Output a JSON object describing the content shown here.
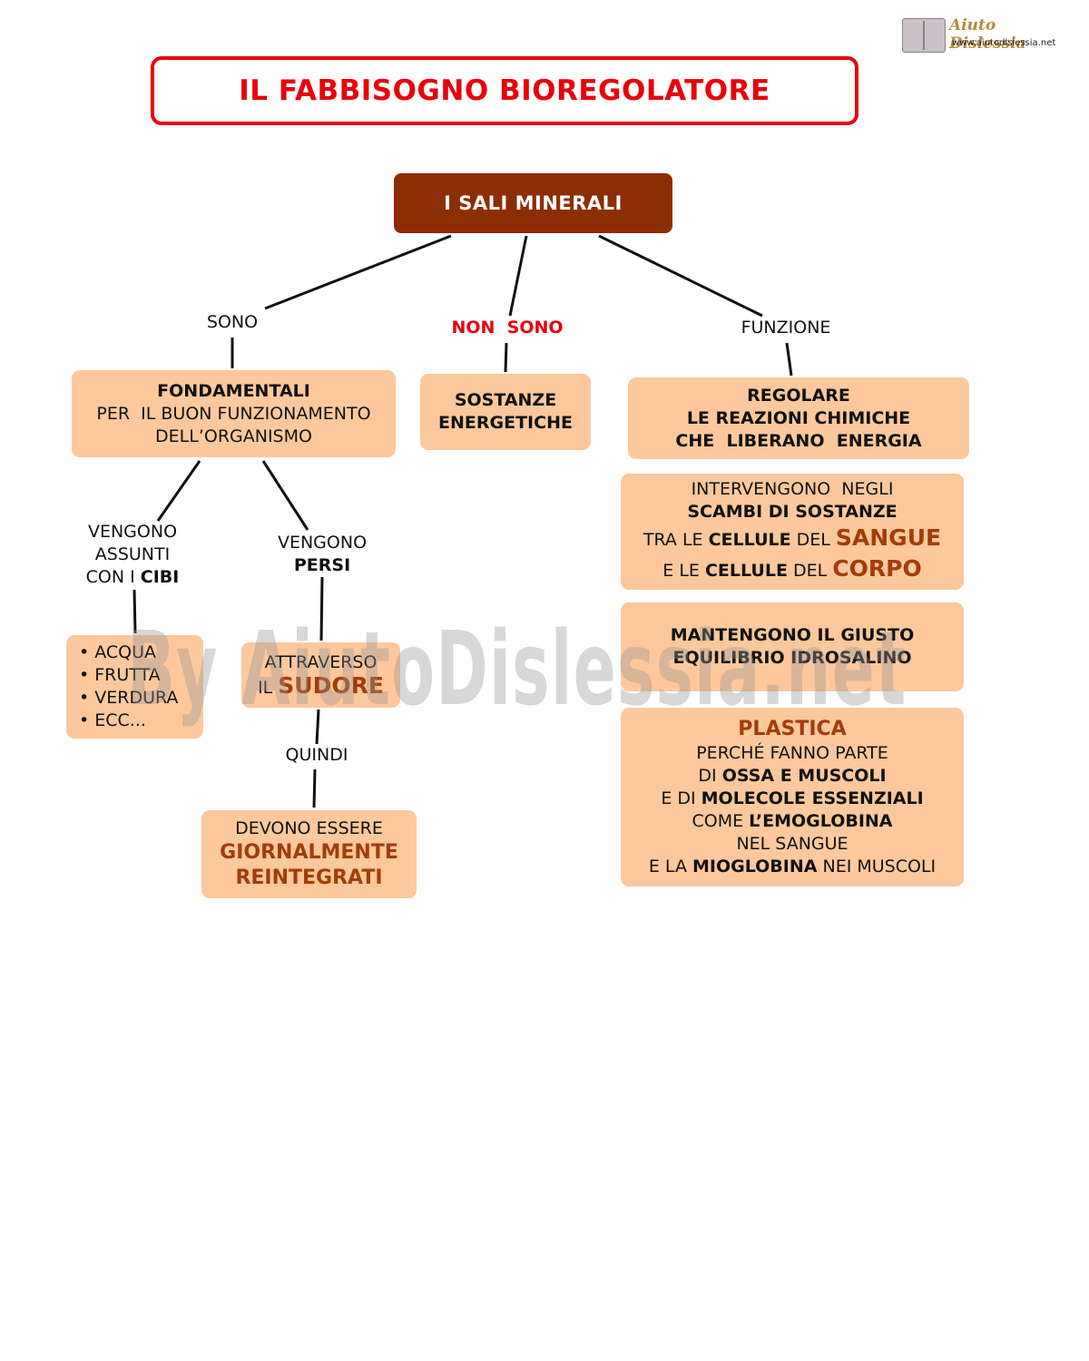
{
  "title": "IL FABBISOGNO BIOREGOLATORE",
  "logo": {
    "name": "Aiuto Dislessia",
    "url": "www.aiutodislessia.net"
  },
  "watermark": "By AiutoDislessia.net",
  "root": "I SALI MINERALI",
  "edges": {
    "sono": "SONO",
    "non_sono": "NON  SONO",
    "funzione": "FUNZIONE",
    "vengono_assunti": [
      "VENGONO",
      "ASSUNTI"
    ],
    "con_i": "CON I ",
    "cibi": "CIBI",
    "vengono_persi": "VENGONO",
    "persi": "PERSI",
    "quindi": "QUINDI"
  },
  "nodes": {
    "fondamentali": {
      "head": "FONDAMENTALI",
      "lines": [
        "PER  IL BUON FUNZIONAMENTO",
        "DELL’ORGANISMO"
      ]
    },
    "sostanze": [
      "SOSTANZE",
      "ENERGETICHE"
    ],
    "regolare": [
      "REGOLARE",
      "LE REAZIONI CHIMICHE",
      "CHE  LIBERANO  ENERGIA"
    ],
    "cibi_list": [
      "ACQUA",
      "FRUTTA",
      "VERDURA",
      "ECC..."
    ],
    "sudore": {
      "line1": "ATTRAVERSO",
      "pre": "IL ",
      "word": "SUDORE"
    },
    "reintegrati": [
      "DEVONO ESSERE",
      "GIORNALMENTE",
      "REINTEGRATI"
    ],
    "scambi": {
      "l1": "INTERVENGONO  NEGLI",
      "l2": "SCAMBI DI SOSTANZE",
      "l3_a": "TRA LE ",
      "l3_b": "CELLULE",
      "l3_c": " DEL ",
      "l3_d": "SANGUE",
      "l4_a": "E LE ",
      "l4_b": "CELLULE",
      "l4_c": " DEL ",
      "l4_d": "CORPO"
    },
    "equilibrio": [
      "MANTENGONO IL GIUSTO",
      "EQUILIBRIO IDROSALINO"
    ],
    "plastica": {
      "head": "PLASTICA",
      "l1": "PERCHÉ FANNO PARTE",
      "l2_a": "DI ",
      "l2_b": "OSSA E MUSCOLI",
      "l3_a": "E DI ",
      "l3_b": "MOLECOLE ESSENZIALI",
      "l4_a": "COME ",
      "l4_b": "L’EMOGLOBINA",
      "l5": "NEL SANGUE",
      "l6_a": "E LA ",
      "l6_b": "MIOGLOBINA",
      "l6_c": " NEI MUSCOLI"
    }
  },
  "colors": {
    "title_red": "#e8000b",
    "root_brown": "#8d2d04",
    "box_peach": "#fdc89c",
    "accent_brown": "#a33c0b"
  }
}
